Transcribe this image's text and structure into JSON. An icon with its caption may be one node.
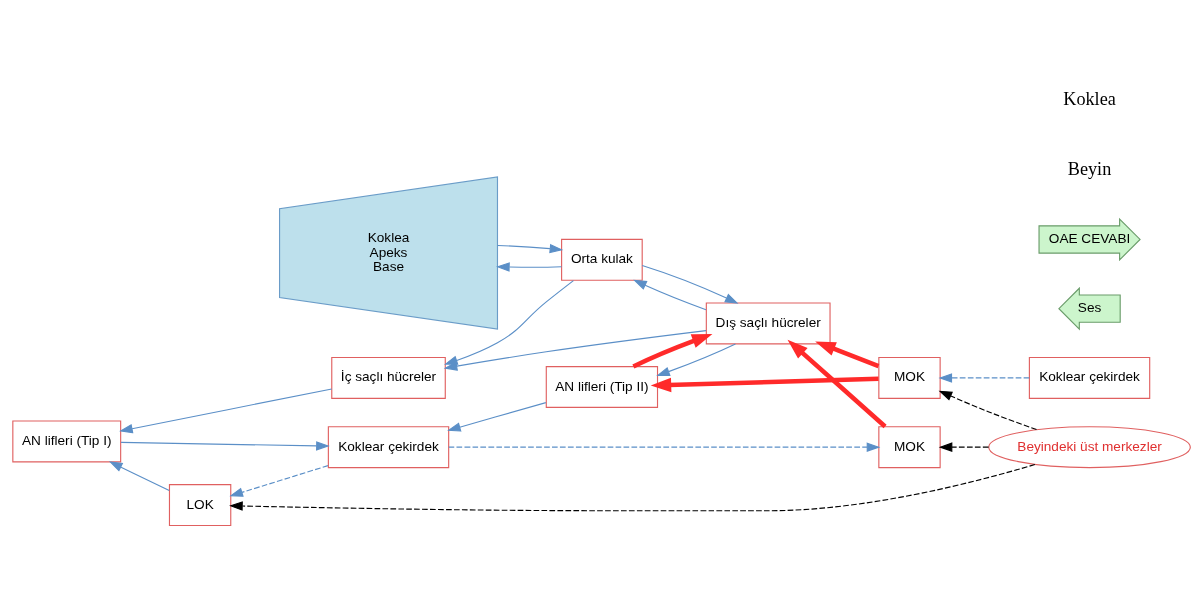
{
  "diagram": {
    "nodes": [
      {
        "text": [
          "Beyindeki üst merkezler"
        ]
      },
      {
        "text": [
          "MOK"
        ]
      },
      {
        "text": [
          "MOK"
        ]
      },
      {
        "text": [
          "LOK"
        ]
      },
      {
        "text": [
          "Koklear çekirdek"
        ]
      },
      {
        "text": [
          "Koklear çekirdek"
        ]
      },
      {
        "text": [
          "AN lifleri (Tip II)"
        ]
      },
      {
        "text": [
          "AN lifleri (Tip I)"
        ]
      },
      {
        "text": [
          "İç saçlı hücreler"
        ]
      },
      {
        "text": [
          "Dış saçlı hücreler"
        ]
      },
      {
        "text": [
          "Koklea",
          "Apeks",
          "Base"
        ]
      },
      {
        "text": [
          "Orta kulak"
        ]
      },
      {
        "text": [
          "Ses"
        ]
      },
      {
        "text": [
          "OAE CEVABI"
        ]
      }
    ],
    "edges": [
      {
        "from": 0,
        "to": 1,
        "arrow": "to",
        "style": "dashed",
        "color": "#000000"
      },
      {
        "from": 0,
        "to": 2,
        "arrow": "to",
        "style": "dashed",
        "color": "#000000"
      },
      {
        "from": 0,
        "to": 3,
        "arrow": "to",
        "style": "dashed",
        "color": "#000000"
      },
      {
        "from": 1,
        "to": 9,
        "arrow": "to",
        "style": "thick",
        "color": "#ff2a2a"
      },
      {
        "from": 2,
        "to": 6,
        "arrow": "to",
        "style": "thick",
        "color": "#ff2a2a"
      },
      {
        "from": 2,
        "to": 9,
        "arrow": "to",
        "style": "thick",
        "color": "#ff2a2a"
      },
      {
        "from": 6,
        "to": 9,
        "arrow": "to",
        "style": "thick",
        "color": "#ff2a2a"
      },
      {
        "from": 9,
        "to": 6,
        "arrow": "to"
      },
      {
        "from": 6,
        "to": 5,
        "arrow": "to"
      },
      {
        "from": 3,
        "to": 7,
        "arrow": "to"
      },
      {
        "from": 9,
        "to": 8,
        "arrow": "to"
      },
      {
        "from": 8,
        "to": 7,
        "arrow": "to"
      },
      {
        "from": 7,
        "to": 5,
        "arrow": "to"
      },
      {
        "from": 5,
        "to": 3,
        "arrow": "to",
        "style": "dashed"
      },
      {
        "from": 5,
        "to": 1,
        "arrow": "to",
        "style": "dashed"
      },
      {
        "from": 4,
        "to": 2,
        "arrow": "to",
        "style": "dashed"
      },
      {
        "from": 11,
        "to": 8,
        "arrow": "to"
      },
      {
        "from": 9,
        "to": 11,
        "arrow": "to"
      },
      {
        "from": 11,
        "to": 9,
        "arrow": "to"
      },
      {
        "from": 10,
        "to": 11,
        "arrow": "to"
      },
      {
        "from": 11,
        "to": 10,
        "arrow": "to"
      }
    ],
    "labels": [
      "Beyin",
      "Koklea"
    ]
  }
}
